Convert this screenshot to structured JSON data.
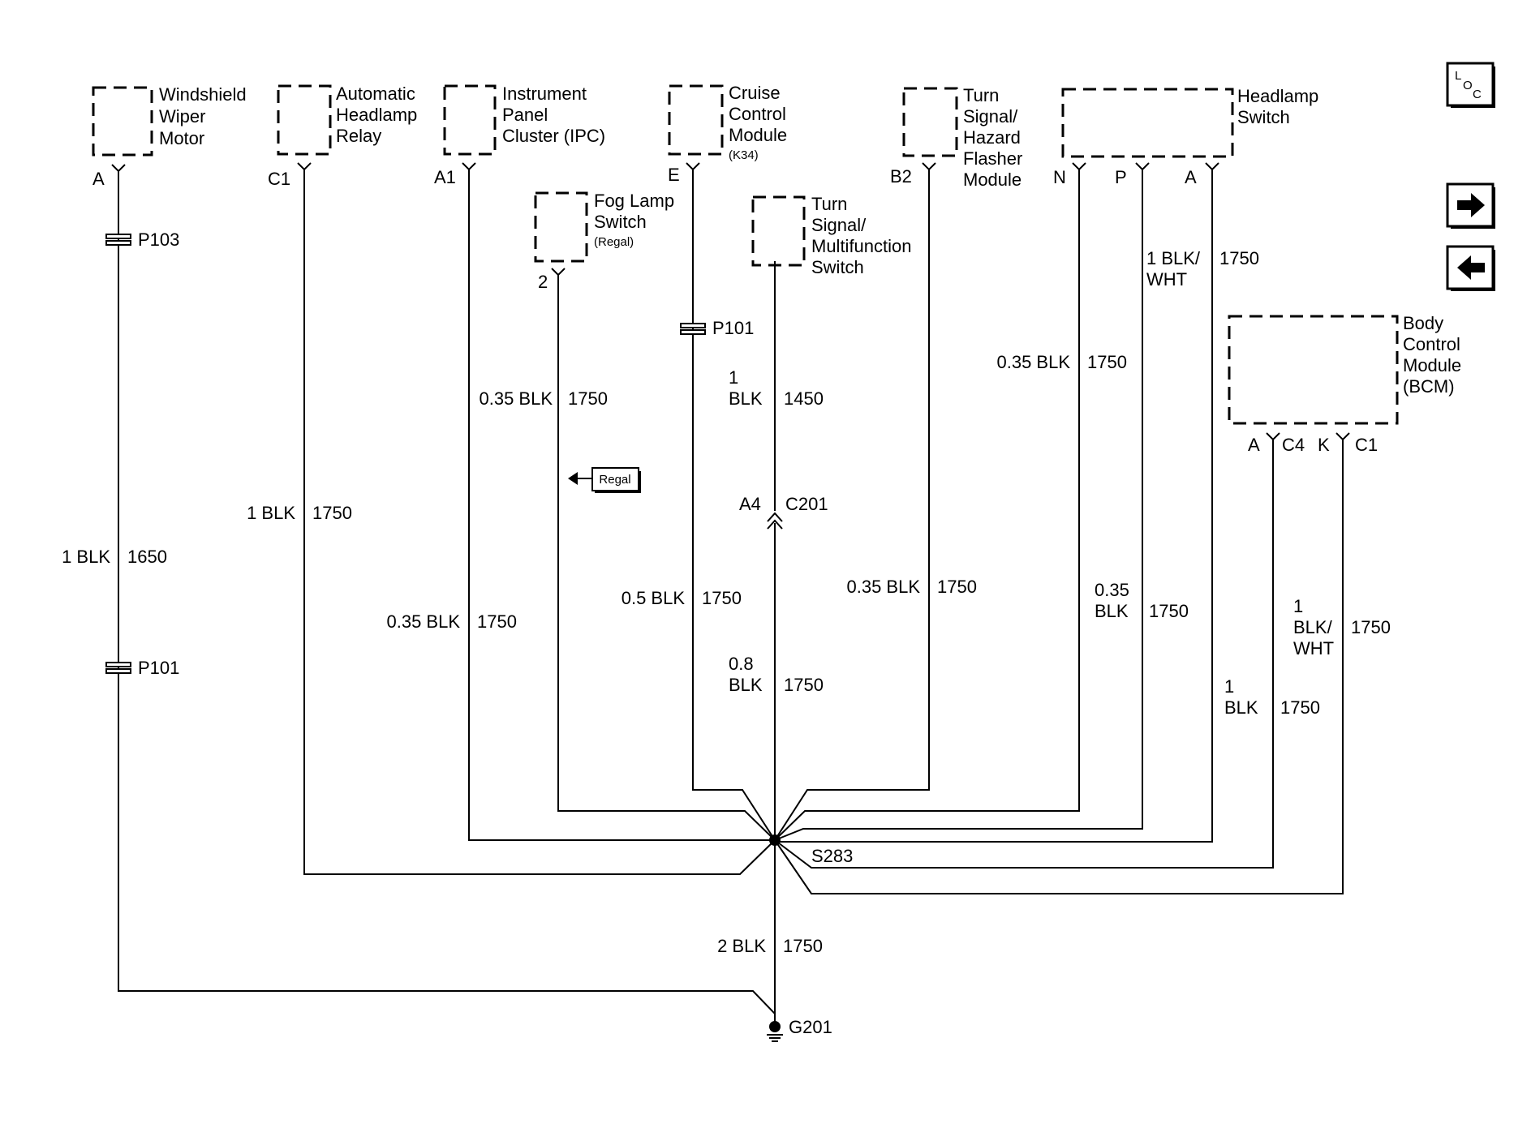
{
  "components": {
    "wiper": [
      "Windshield",
      "Wiper",
      "Motor"
    ],
    "headlamp_relay": [
      "Automatic",
      "Headlamp",
      "Relay"
    ],
    "ipc": [
      "Instrument",
      "Panel",
      "Cluster (IPC)"
    ],
    "cruise": [
      "Cruise",
      "Control",
      "Module"
    ],
    "cruise_sub": "(K34)",
    "fog": [
      "Fog Lamp",
      "Switch"
    ],
    "fog_sub": "(Regal)",
    "turn_multi": [
      "Turn",
      "Signal/",
      "Multifunction",
      "Switch"
    ],
    "flasher": [
      "Turn",
      "Signal/",
      "Hazard",
      "Flasher",
      "Module"
    ],
    "headlamp_switch": [
      "Headlamp",
      "Switch"
    ],
    "bcm": [
      "Body",
      "Control",
      "Module",
      "(BCM)"
    ]
  },
  "pins": {
    "wiper": "A",
    "relay": "C1",
    "ipc": "A1",
    "cruise": "E",
    "fog": "2",
    "flasher": "B2",
    "hs_n": "N",
    "hs_p": "P",
    "hs_a": "A",
    "bcm_a": "A",
    "bcm_c4": "C4",
    "bcm_k": "K",
    "bcm_c1": "C1"
  },
  "connectors": {
    "p103": "P103",
    "p101_left": "P101",
    "p101_mid": "P101",
    "c201_pin": "A4",
    "c201": "C201",
    "s283": "S283",
    "g201": "G201"
  },
  "wires": {
    "wiper": {
      "gauge_color": "1 BLK",
      "circuit": "1650"
    },
    "relay": {
      "gauge_color": "1 BLK",
      "circuit": "1750"
    },
    "ipc": {
      "gauge_color": "0.35 BLK",
      "circuit": "1750"
    },
    "fog": {
      "gauge_color": "0.35 BLK",
      "circuit": "1750"
    },
    "cruise": {
      "gauge_color": "0.5 BLK",
      "circuit": "1750"
    },
    "turn_top": {
      "gauge": "1",
      "color": "BLK",
      "circuit": "1450"
    },
    "turn_bottom": {
      "gauge": "0.8",
      "color": "BLK",
      "circuit": "1750"
    },
    "flasher": {
      "gauge_color": "0.35 BLK",
      "circuit": "1750"
    },
    "hs_n_top": {
      "gauge_color": "0.35 BLK",
      "circuit": "1750"
    },
    "hs_n_bottom": {
      "gauge": "0.35",
      "color": "BLK",
      "circuit": "1750"
    },
    "hs_p": {
      "gauge_color": "1 BLK/",
      "color2": "WHT",
      "circuit": "1750"
    },
    "bcm_a": {
      "gauge": "1",
      "color": "BLK",
      "circuit": "1750"
    },
    "bcm_c1": {
      "gauge": "1",
      "color": "BLK/",
      "color2": "WHT",
      "circuit": "1750"
    },
    "ground": {
      "gauge_color": "2 BLK",
      "circuit": "1750"
    }
  },
  "regal_flag": "Regal",
  "nav": {
    "locator_l": "L",
    "locator_o": "O",
    "locator_c": "C",
    "forward": "forward-arrow-icon",
    "back": "back-arrow-icon"
  }
}
